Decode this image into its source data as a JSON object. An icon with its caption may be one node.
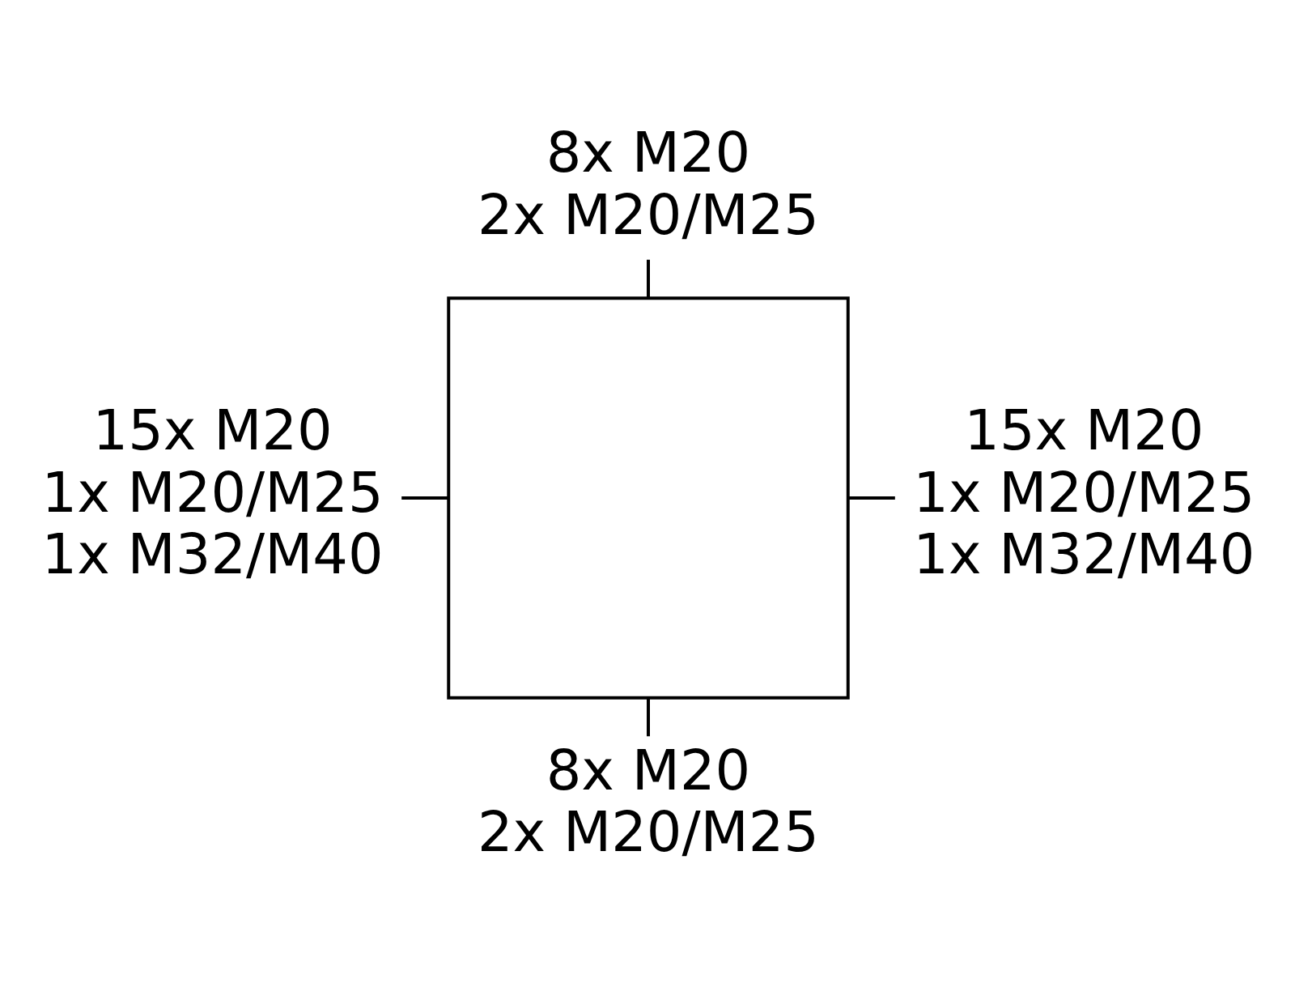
{
  "diagram": {
    "nodes": [
      {
        "text": [],
        "shape": "box"
      },
      {
        "text": [
          "8x M20",
          "2x M20/M25"
        ]
      },
      {
        "text": [
          "15x M20",
          "1x M20/M25",
          "1x M32/M40"
        ]
      },
      {
        "text": [
          "15x M20",
          "1x M20/M25",
          "1x M32/M40"
        ]
      },
      {
        "text": [
          "8x M20",
          "2x M20/M25"
        ]
      }
    ],
    "edges": [
      {
        "from": 1,
        "to": 0,
        "arrow": "none"
      },
      {
        "from": 2,
        "to": 0,
        "arrow": "none"
      },
      {
        "from": 3,
        "to": 0,
        "arrow": "none"
      },
      {
        "from": 4,
        "to": 0,
        "arrow": "none"
      }
    ]
  }
}
